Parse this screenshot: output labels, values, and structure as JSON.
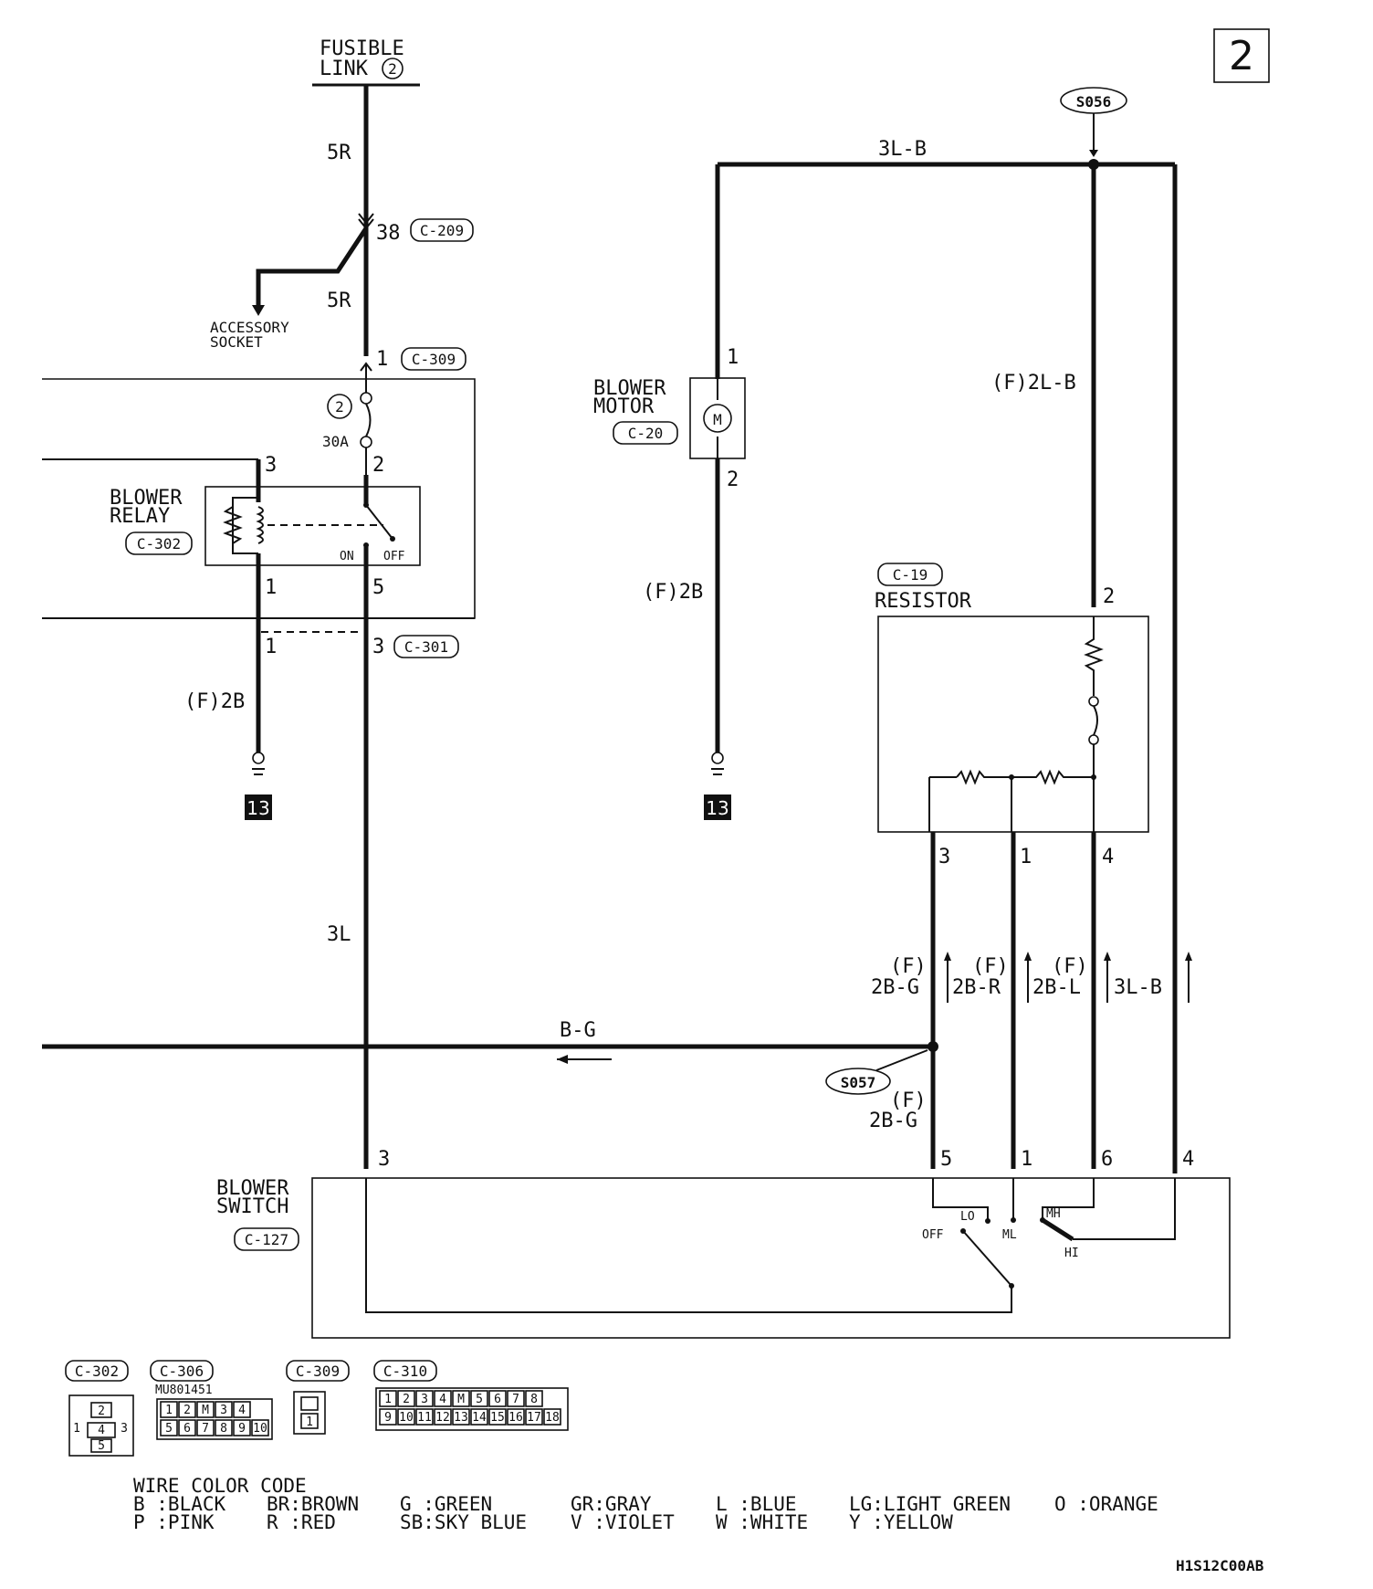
{
  "page_number": "2",
  "fusible_link": {
    "line1": "FUSIBLE",
    "line2": "LINK",
    "num": "2"
  },
  "wires": {
    "w5r_top": "5R",
    "w5r_mid": "5R",
    "w3l": "3L",
    "w3lb_top": "3L-B",
    "w2lb": "(F)2L-B",
    "w2b_left": "(F)2B",
    "w2b_motor": "(F)2B",
    "bg": "B-G",
    "f_2bg_label_f": "(F)",
    "f_2bg": "2B-G",
    "f_2br_label_f": "(F)",
    "f_2br": "2B-R",
    "f_2bl_label_f": "(F)",
    "f_2bl": "2B-L",
    "w3lb_right": "3L-B",
    "f_2bg_low_f": "(F)",
    "f_2bg_low": "2B-G"
  },
  "connectors": {
    "c209": "C-209",
    "c209_pin": "38",
    "c309": "C-309",
    "c309_pin": "1",
    "c302": "C-302",
    "c301": "C-301",
    "c20": "C-20",
    "c19": "C-19",
    "c127": "C-127",
    "s056": "S056",
    "s057": "S057"
  },
  "components": {
    "accessory_l1": "ACCESSORY",
    "accessory_l2": "SOCKET",
    "fuse_num": "2",
    "fuse_amp": "30A",
    "relay_l1": "BLOWER",
    "relay_l2": "RELAY",
    "relay_on": "ON",
    "relay_off": "OFF",
    "motor_l1": "BLOWER",
    "motor_l2": "MOTOR",
    "motor_symbol": "M",
    "resistor": "RESISTOR",
    "switch_l1": "BLOWER",
    "switch_l2": "SWITCH",
    "sw_lo": "LO",
    "sw_ml": "ML",
    "sw_mh": "MH",
    "sw_hi": "HI",
    "sw_off": "OFF",
    "ground_ref": "13"
  },
  "pins": {
    "relay_p3": "3",
    "relay_p2": "2",
    "relay_p1": "1",
    "relay_p5": "5",
    "c301_p1": "1",
    "c301_p3": "3",
    "motor_p1": "1",
    "motor_p2": "2",
    "res_p2": "2",
    "res_p3": "3",
    "res_p1": "1",
    "res_p4": "4",
    "sw_p3": "3",
    "sw_p5": "5",
    "sw_p1": "1",
    "sw_p6": "6",
    "sw_p4": "4"
  },
  "connector_views": {
    "c302": "C-302",
    "c306": "C-306",
    "c306_part": "MU801451",
    "c306_top": [
      "1",
      "2",
      "",
      "3",
      "4"
    ],
    "c306_bottom": [
      "5",
      "6",
      "7",
      "8",
      "9",
      "10"
    ],
    "c309": "C-309",
    "c309_pin": "1",
    "c310": "C-310",
    "c310_top": [
      "1",
      "2",
      "3",
      "4",
      "",
      "5",
      "6",
      "7",
      "8"
    ],
    "c310_bottom": [
      "9",
      "10",
      "11",
      "12",
      "13",
      "14",
      "15",
      "16",
      "17",
      "18"
    ],
    "c302_pins": [
      "2",
      "1",
      "4",
      "3",
      "5"
    ]
  },
  "wire_color_code": {
    "title": "WIRE COLOR CODE",
    "row1": [
      "B :BLACK",
      "BR:BROWN",
      "G :GREEN",
      "GR:GRAY",
      "L :BLUE",
      "LG:LIGHT GREEN",
      "O :ORANGE"
    ],
    "row2": [
      "P :PINK",
      "R :RED",
      "SB:SKY BLUE",
      "V :VIOLET",
      "W :WHITE",
      "Y :YELLOW"
    ]
  },
  "diagram_code": "H1S12C00AB"
}
